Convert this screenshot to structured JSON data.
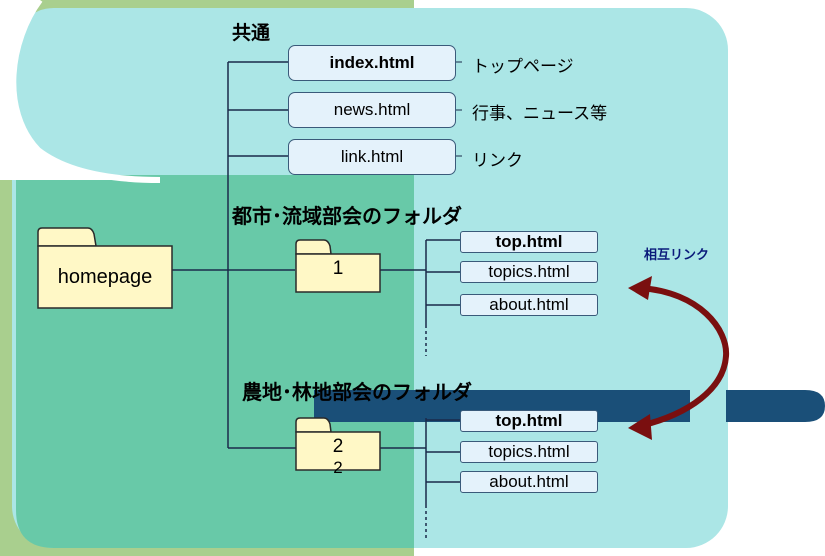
{
  "common": {
    "heading": "共通",
    "files": [
      {
        "name": "index.html",
        "desc": "トップページ"
      },
      {
        "name": "news.html",
        "desc": "行事、ニュース等"
      },
      {
        "name": "link.html",
        "desc": "リンク"
      }
    ]
  },
  "root_folder": {
    "label": "homepage"
  },
  "group1": {
    "heading": "都市･流域部会のフォルダ",
    "folder_label": "1",
    "files": [
      "top.html",
      "topics.html",
      "about.html"
    ]
  },
  "group2": {
    "heading": "農地･林地部会のフォルダ",
    "folder_label": "2",
    "folder_label_shadow": "2",
    "files": [
      "top.html",
      "topics.html",
      "about.html"
    ]
  },
  "mutual_link": {
    "label": "相互リンク"
  },
  "colors": {
    "outer_green": "#a9cf8e",
    "teal_panel": "#abe6e6",
    "dark_green": "#68c9a8",
    "navy_bar": "#1a4f78",
    "folder_fill": "#fff8c6",
    "box_fill": "#e4f2fb",
    "arrow": "#7a0f0f"
  }
}
